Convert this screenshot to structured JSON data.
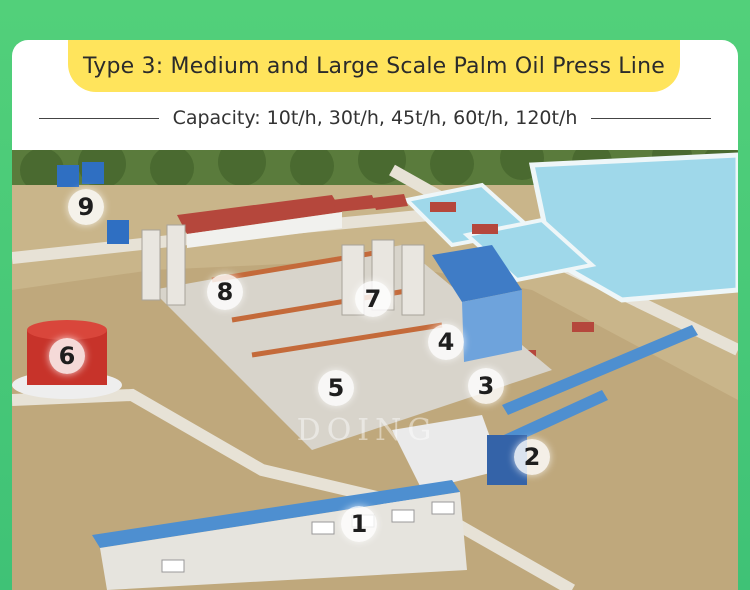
{
  "header": {
    "title": "Type 3: Medium and Large Scale Palm Oil Press Line",
    "capacity": "Capacity: 10t/h, 30t/h, 45t/h, 60t/h, 120t/h"
  },
  "scene": {
    "watermark": "DOING",
    "labels": [
      "1",
      "2",
      "3",
      "4",
      "5",
      "6",
      "7",
      "8",
      "9"
    ],
    "colors": {
      "background": "#4cca78",
      "title_pill": "#ffe45c",
      "ground": "#c9b58a",
      "pool": "#9fd8ea",
      "roof_red": "#b5473c",
      "roof_blue": "#3f7cc6",
      "tank_red": "#c7332a",
      "conveyor": "#4e8fd0"
    }
  }
}
